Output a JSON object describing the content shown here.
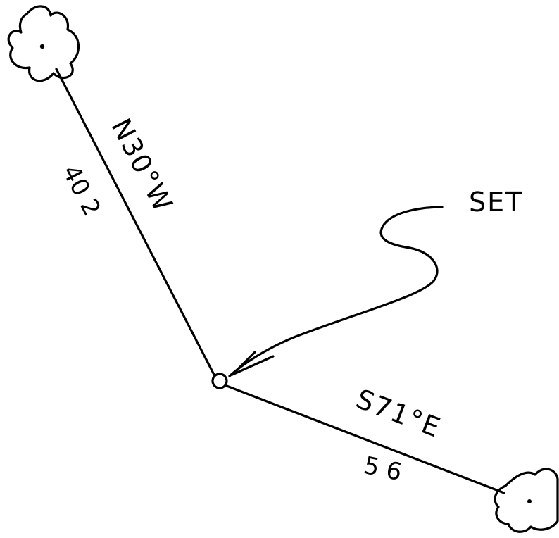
{
  "diagram": {
    "set_label": "SET",
    "line_upper": {
      "bearing": "N30°W",
      "distance": "40 2"
    },
    "line_lower": {
      "bearing": "S71°E",
      "distance": "5 6"
    }
  }
}
